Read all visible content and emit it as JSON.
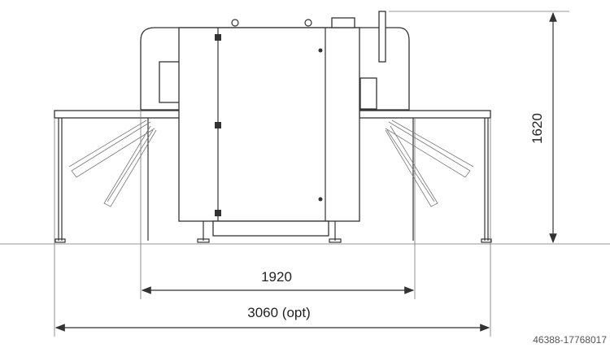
{
  "drawing": {
    "dimensions": {
      "height": "1620",
      "inner_width": "1920",
      "overall_width": "3060 (opt)"
    },
    "watermark_id": "46388-17768017",
    "colors": {
      "line": "#333333",
      "background": "#ffffff"
    }
  }
}
